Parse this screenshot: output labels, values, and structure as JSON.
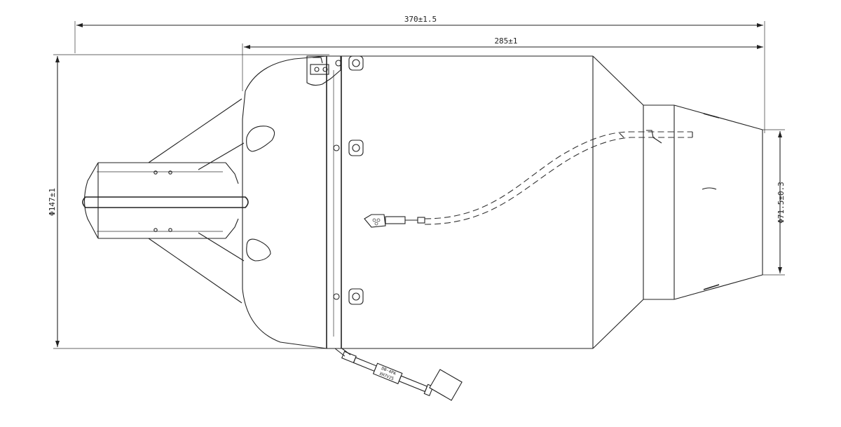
{
  "dimensions": {
    "overall_length": "370±1.5",
    "body_length": "285±1",
    "max_diameter": "Φ147±1",
    "nozzle_diameter": "Φ71.5±0.3"
  },
  "cable_label": {
    "line1": "DB-4PA",
    "line2": "XH7V25"
  }
}
